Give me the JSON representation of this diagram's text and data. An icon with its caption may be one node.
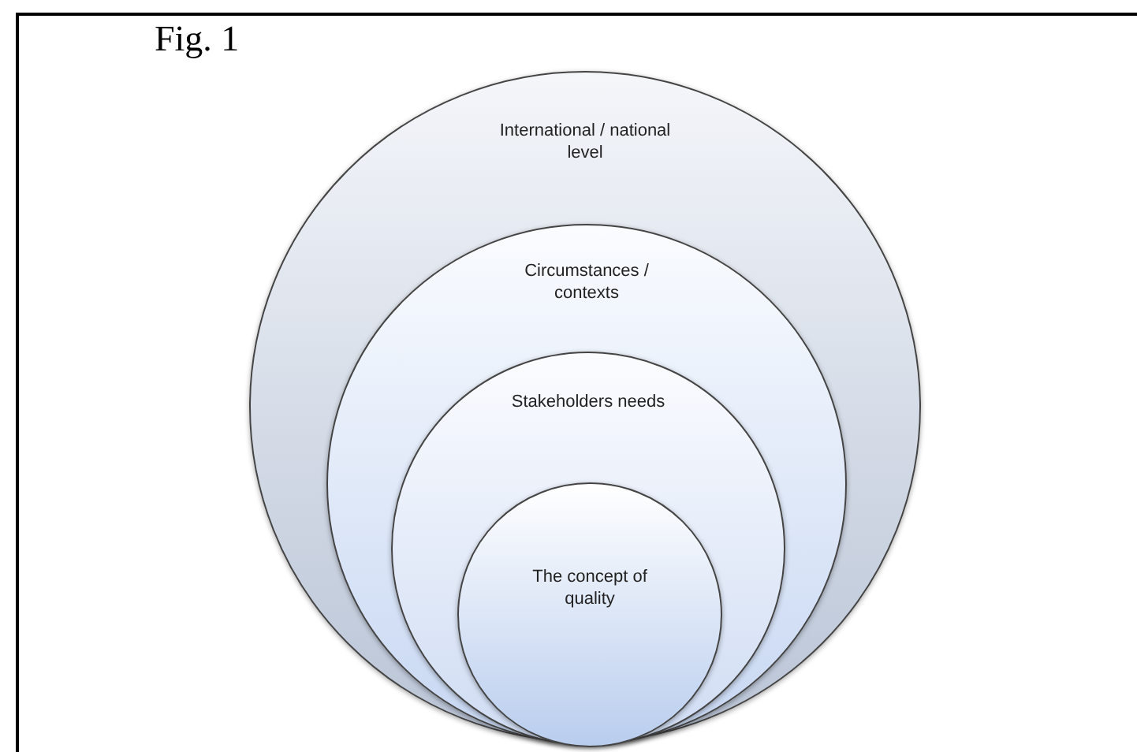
{
  "diagram": {
    "title": "Fig. 1",
    "nodes": [
      {
        "text": [
          "International / national level"
        ]
      },
      {
        "text": [
          "Circumstances / contexts"
        ],
        "in": 0
      },
      {
        "text": [
          "Stakeholders needs"
        ],
        "in": 1
      },
      {
        "text": [
          "The concept of quality"
        ],
        "in": 2
      }
    ]
  }
}
